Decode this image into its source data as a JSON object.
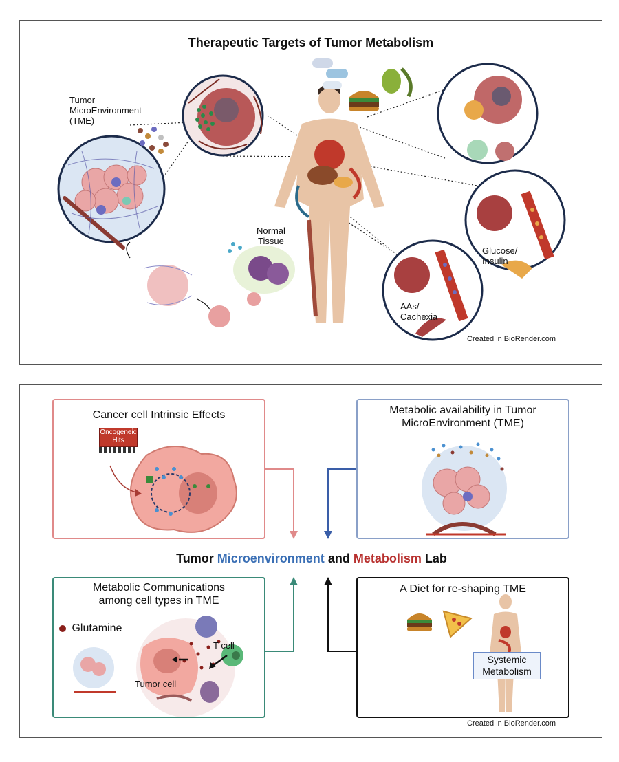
{
  "top": {
    "title": "Therapeutic Targets of Tumor Metabolism",
    "tme_label_1": "Tumor",
    "tme_label_2": "MicroEnvironment",
    "tme_label_3": "(TME)",
    "normal_tissue_1": "Normal",
    "normal_tissue_2": "Tissue",
    "glucose_1": "Glucose/",
    "glucose_2": "Insulin",
    "aas_1": "AAs/",
    "aas_2": "Cachexia",
    "credit": "Created in BioRender.com"
  },
  "bottom": {
    "center": {
      "word1": "Tumor",
      "word2": "Microenvironment",
      "word3": "and",
      "word4": "Metabolism",
      "word5": "Lab"
    },
    "box_intrinsic": {
      "title": "Cancer cell Intrinsic Effects",
      "badge_1": "Oncogeneic",
      "badge_2": "Hits"
    },
    "box_tme": {
      "title_1": "Metabolic availability in Tumor",
      "title_2": "MicroEnvironment (TME)"
    },
    "box_comm": {
      "title_1": "Metabolic Communications",
      "title_2": "among cell types in TME",
      "legend": "Glutamine",
      "tcell": "T cell",
      "tumor": "Tumor cell"
    },
    "box_diet": {
      "title": "A Diet for re-shaping TME",
      "badge_1": "Systemic",
      "badge_2": "Metabolism"
    },
    "credit": "Created in BioRender.com"
  },
  "colors": {
    "red_box": "#e08a8a",
    "blue_box": "#8aa0c8",
    "green_box": "#3a8a78",
    "black_box": "#111111",
    "micro_blue": "#3a6fb5",
    "metab_red": "#b8312f"
  }
}
